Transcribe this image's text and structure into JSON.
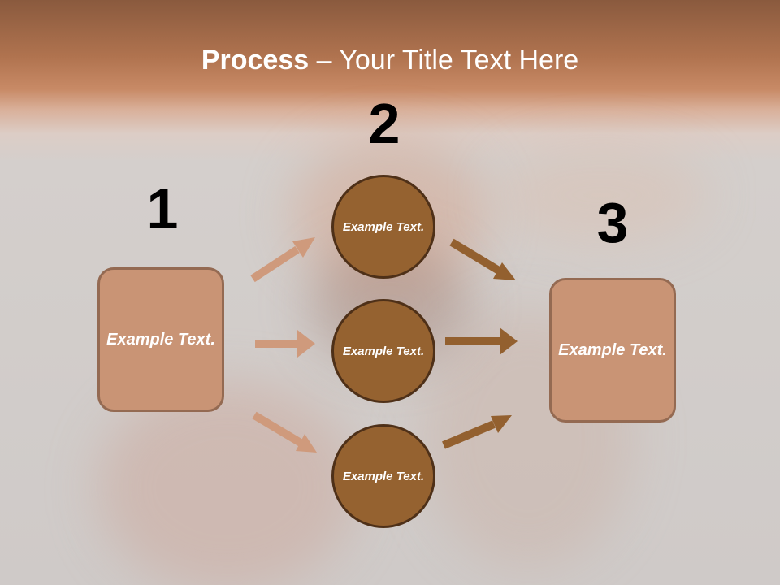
{
  "title": {
    "bold": "Process",
    "rest": " – Your Title Text Here"
  },
  "steps": {
    "one": "1",
    "two": "2",
    "three": "3"
  },
  "boxes": {
    "left": "Example Text.",
    "right": "Example Text."
  },
  "circles": {
    "top": "Example Text.",
    "middle": "Example Text.",
    "bottom": "Example Text."
  },
  "colors": {
    "box_fill": "#c99475",
    "circle_fill": "#956230",
    "arrow_light": "#cf9a7c",
    "arrow_dark": "#93602f"
  }
}
